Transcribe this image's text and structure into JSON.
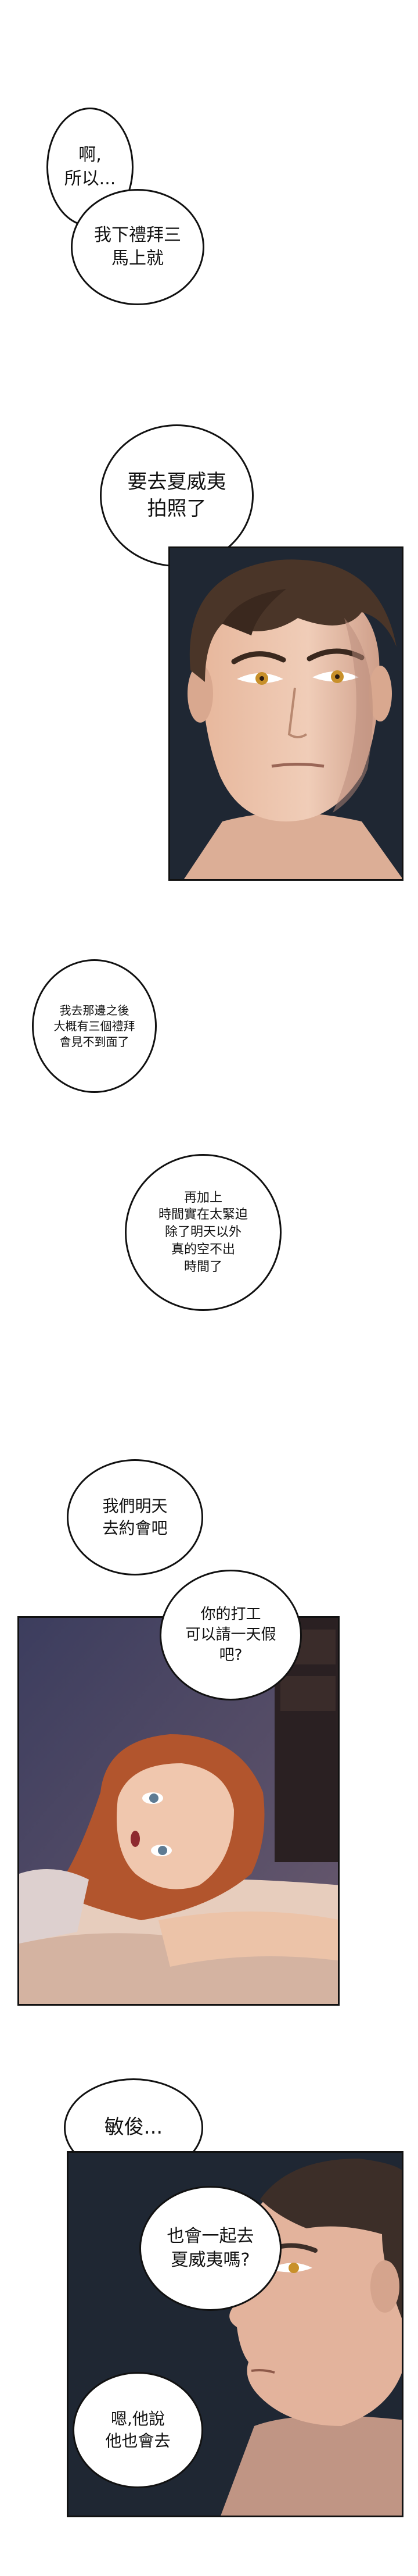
{
  "bubbles": {
    "b1": "啊,\n所以...",
    "b2": "我下禮拜三\n馬上就",
    "b3": "要去夏威夷\n拍照了",
    "b4": "我去那邊之後\n大概有三個禮拜\n會見不到面了",
    "b5": "再加上\n時間實在太緊迫\n除了明天以外\n真的空不出\n時間了",
    "b6": "我們明天\n去約會吧",
    "b7": "你的打工\n可以請一天假\n吧?",
    "b8": "敏俊...",
    "b9": "也會一起去\n夏威夷嗎?",
    "b10": "嗯,他說\n他也會去"
  },
  "colors": {
    "panel_bg_dark": "#1f2733",
    "skin": "#e8c2a6",
    "hair_brown": "#4a3528",
    "hair_red": "#b2552d",
    "eye_gold": "#c8902a",
    "bedroom_purple": "#4b4a6a"
  }
}
